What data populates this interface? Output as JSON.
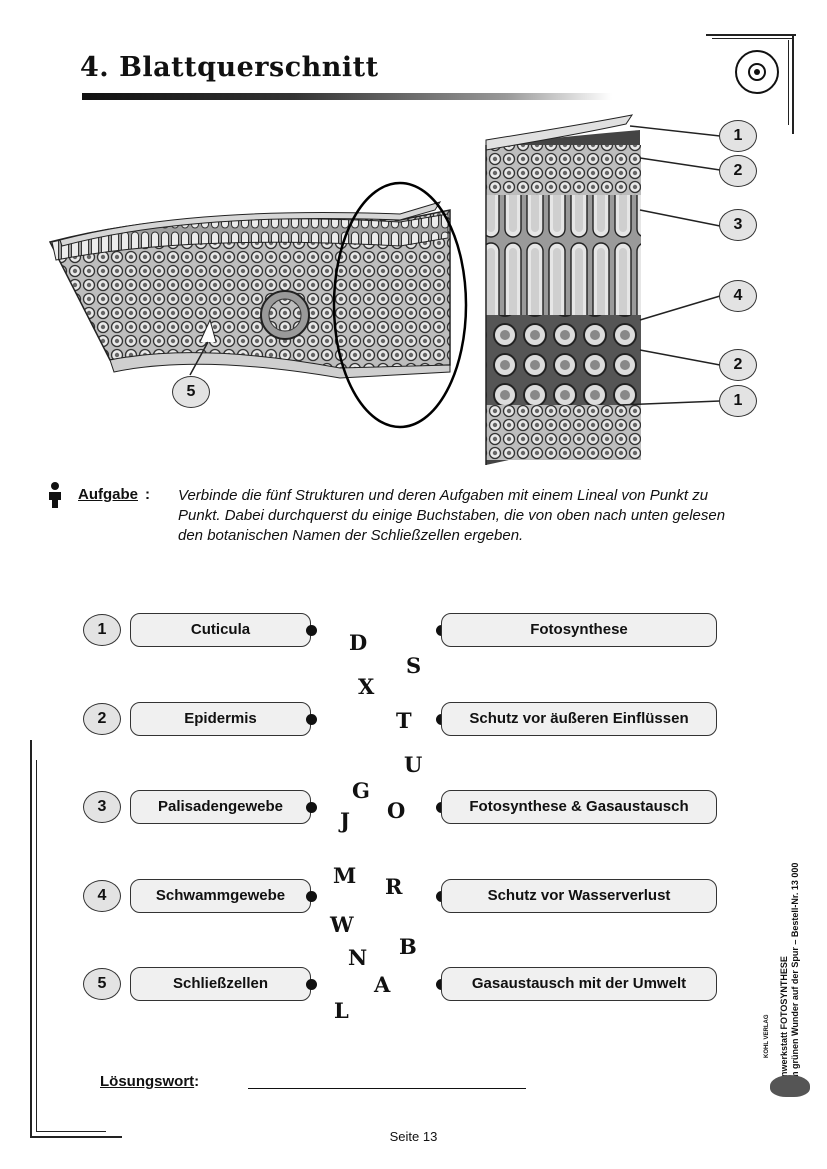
{
  "header": {
    "title": "4. Blattquerschnitt"
  },
  "diagram": {
    "callouts": [
      "1",
      "2",
      "3",
      "4",
      "2",
      "1",
      "5"
    ]
  },
  "task": {
    "label": "Aufgabe",
    "colon": ":",
    "text": "Verbinde die fünf Strukturen und deren Aufgaben mit einem Lineal von Punkt zu Punkt. Dabei durchquerst du einige Buchstaben, die von oben nach unten gelesen den botanischen Namen der Schließzellen ergeben."
  },
  "structures": [
    {
      "num": "1",
      "label": "Cuticula"
    },
    {
      "num": "2",
      "label": "Epidermis"
    },
    {
      "num": "3",
      "label": "Palisadengewebe"
    },
    {
      "num": "4",
      "label": "Schwammgewebe"
    },
    {
      "num": "5",
      "label": "Schließzellen"
    }
  ],
  "functions": [
    "Fotosynthese",
    "Schutz vor äußeren Einflüssen",
    "Fotosynthese & Gasaustausch",
    "Schutz vor Wasserverlust",
    "Gasaustausch mit der Umwelt"
  ],
  "letters": [
    "D",
    "S",
    "X",
    "T",
    "U",
    "G",
    "O",
    "J",
    "M",
    "R",
    "W",
    "B",
    "N",
    "A",
    "L"
  ],
  "solution": {
    "label": "Lösungswort",
    "colon": ":"
  },
  "footer": {
    "page": "Seite 13",
    "side_line1": "Lernwerkstatt FOTOSYNTHESE",
    "side_line2": "Dem grünen Wunder auf der Spur  –  Bestell-Nr. 13 000",
    "publisher": "KOHL VERLAG"
  }
}
